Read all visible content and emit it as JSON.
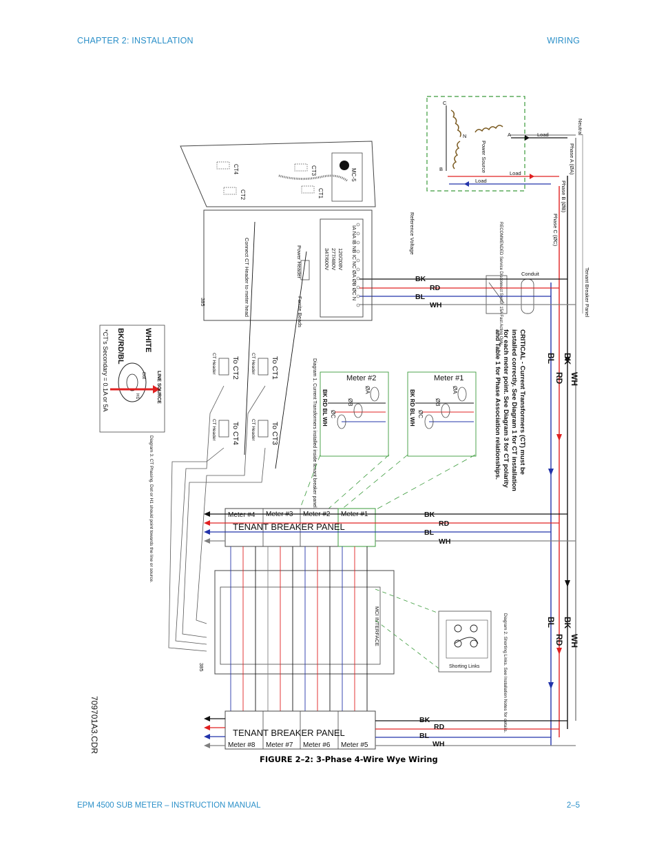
{
  "header": {
    "chapter": "CHAPTER 2: INSTALLATION",
    "section": "WIRING"
  },
  "footer": {
    "manual": "EPM 4500 SUB METER – INSTRUCTION MANUAL",
    "page": "2–5"
  },
  "figure": {
    "caption": "FIGURE 2–2: 3-Phase 4-Wire Wye Wiring",
    "drawing_id": "709701A3.CDR",
    "panel_titles": {
      "upper": "TENANT BREAKER PANEL",
      "lower": "TENANT BREAKER PANEL"
    },
    "meters_upper": [
      "Meter #4",
      "Meter #3",
      "Meter #2",
      "Meter #1"
    ],
    "meters_lower": [
      "Meter #8",
      "Meter #7",
      "Meter #6",
      "Meter #5"
    ],
    "wire_labels": {
      "bk": "BK",
      "rd": "RD",
      "bl": "BL",
      "wh": "WH"
    },
    "wire_colors": {
      "bk": "#111111",
      "rd": "#e02020",
      "bl": "#2233aa",
      "wh": "#7f7f7f"
    },
    "source": {
      "phases": [
        "C",
        "N",
        "A",
        "B"
      ],
      "power_source": "Power Source",
      "load": "Load",
      "neutral": "Neutral",
      "phase_a": "Phase A (ØA)",
      "phase_b": "Phase B (ØB)",
      "phase_c": "Phase C (ØC)",
      "tenant_breaker_panel": "Tenant Breaker Panel",
      "disconnect_note": "RECOMMENDED Service Disconnect Switch 15A Fast Acting Only",
      "conduit": "Conduit",
      "reference_voltage": "Reference Voltage"
    },
    "meter_unit": {
      "model": "MC-5",
      "ct_ports": [
        "CT4",
        "CT2",
        "CT3",
        "CT1"
      ],
      "terminals": "IA NA IB NB IC NC ØA ØB ØC N",
      "voltages": [
        "120/208V",
        "277/480V",
        "347/600V"
      ],
      "power_header": "Power Header",
      "ferrite": "Ferrite Beads",
      "ct_note": "Connect CT Header to meter head",
      "code": "385"
    },
    "ct_targets": [
      "To CT1",
      "To CT2",
      "To CT3",
      "To CT4"
    ],
    "ct_header": "CT Header",
    "critical_note": "CRITICAL - Current Transformers (CT) must be installed correctly. See Diagram 1 for CT installation for each meter point. See Diagram 3 for CT polarity and Table 1 for Phase Association relationships.",
    "diagram1": {
      "title": "Diagram 1. Current Transformers installed inside tenant breaker panel.",
      "meter_a": "Meter #2",
      "meter_b": "Meter #1",
      "wires": "BK RD BL WH",
      "phases": [
        "ØA",
        "ØB",
        "ØC"
      ]
    },
    "diagram2": {
      "title": "Diagram 2. Shorting Links. See Installation Notes for details.",
      "shorting_links": "Shorting Links"
    },
    "diagram3": {
      "title": "Diagram 3. CT Phasing. Dot or H1 should point towards the line or source.",
      "line_source": "LINE SOURCE",
      "white": "WHITE",
      "bkrdbl": "BK/RD/BL",
      "dot": "Dot",
      "h1": "H1",
      "secondary": "*CT's Secondary = 0.1A or 5A"
    },
    "mci": {
      "title": "MCI INTERFACE",
      "code": "385"
    }
  }
}
